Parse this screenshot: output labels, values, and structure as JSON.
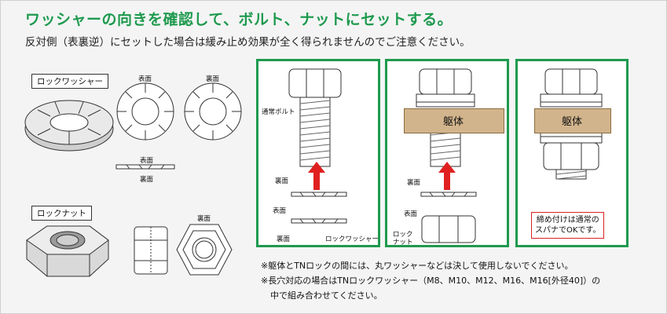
{
  "header": {
    "title": "ワッシャーの向きを確認して、ボルト、ナットにセットする。",
    "subtitle": "反対側（表裏逆）にセットした場合は緩み止め効果が全く得られませんのでご注意ください。"
  },
  "left": {
    "lock_washer_label": "ロックワッシャー",
    "lock_nut_label": "ロックナット",
    "front": "表面",
    "back": "裏面"
  },
  "panel1": {
    "bolt_label": "通常ボルト",
    "back1": "裏面",
    "front": "表面",
    "back2": "裏面",
    "washer_label": "ロックワッシャー"
  },
  "panel2": {
    "body_label": "躯体",
    "back": "裏面",
    "front": "表面",
    "nut_label": "ロック\nナット"
  },
  "panel3": {
    "body_label": "躯体",
    "warning": "締め付けは通常の\nスパナでOKです。"
  },
  "notes": {
    "note1": "※躯体とTNロックの間には、丸ワッシャーなどは決して使用しないでください。",
    "note2": "※長穴対応の場合はTNロックワッシャー（M8、M10、M12、M16、M16[外径40]）の",
    "note3": "中で組み合わせてください。"
  },
  "colors": {
    "accent": "#1e9a4e",
    "body": "#d2b48c",
    "arrow": "#e02020"
  }
}
